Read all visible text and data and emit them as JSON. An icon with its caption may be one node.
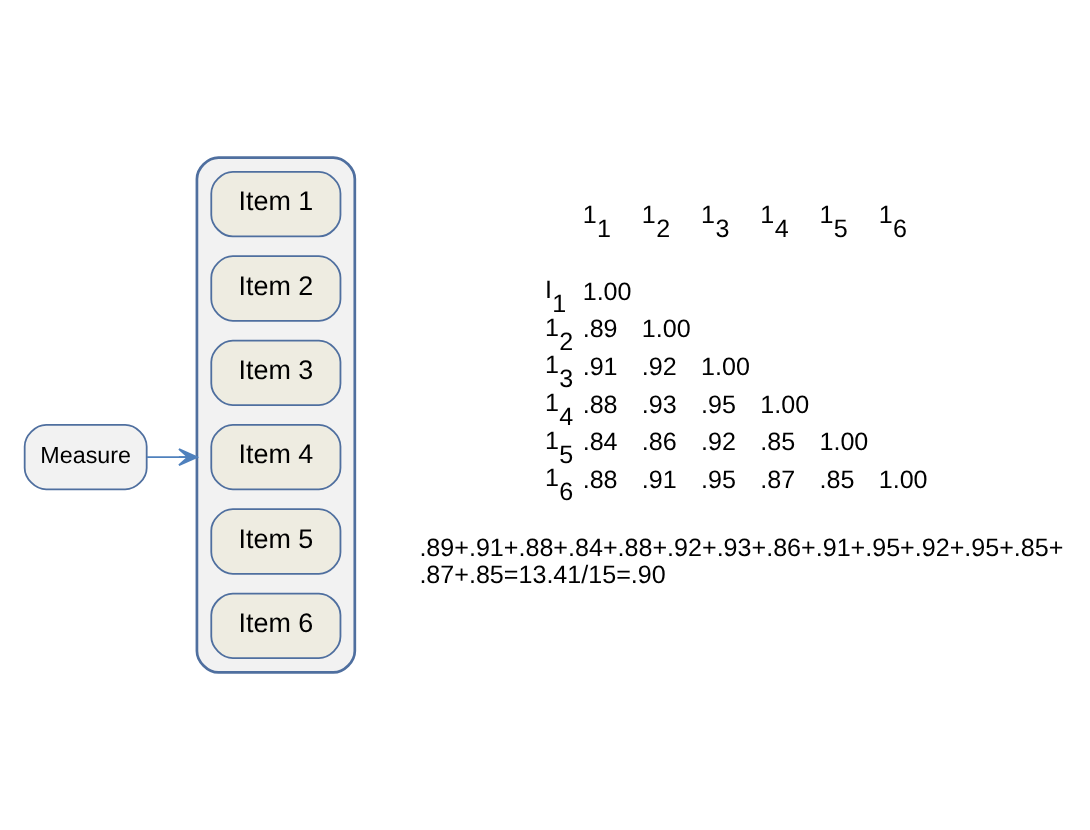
{
  "diagram": {
    "nodes": [
      {
        "text": [
          "Measure"
        ]
      },
      {
        "text": [],
        "shape": "box"
      },
      {
        "text": [
          "Item 1"
        ],
        "in": 1
      },
      {
        "text": [
          "Item 2"
        ],
        "in": 1
      },
      {
        "text": [
          "Item 3"
        ],
        "in": 1
      },
      {
        "text": [
          "Item 4"
        ],
        "in": 1
      },
      {
        "text": [
          "Item 5"
        ],
        "in": 1
      },
      {
        "text": [
          "Item 6"
        ],
        "in": 1
      }
    ],
    "edges": [
      {
        "from": 0,
        "to": 1,
        "arrow": "to"
      }
    ],
    "labels": [
      "1$_{1}$",
      "1$_{2}$",
      "1$_{3}$",
      "1$_{4}$",
      "1$_{5}$",
      "1$_{6}$",
      "I$_{1}$",
      "1.00",
      "1$_{2}$",
      ".89",
      "1.00",
      "1$_{3}$",
      ".91",
      ".92",
      "1.00",
      "1$_{4}$",
      ".88",
      ".93",
      ".95",
      "1.00",
      "1$_{5}$",
      ".84",
      ".86",
      ".92",
      ".85",
      "1.00",
      "1$_{6}$",
      ".88",
      ".91",
      ".95",
      ".87",
      ".85",
      "1.00",
      ".89+.91+.88+.84+.88+.92+.93+.86+.91+.95+.92+.95+.85+ .87+.85=13.41/15=.90"
    ]
  }
}
